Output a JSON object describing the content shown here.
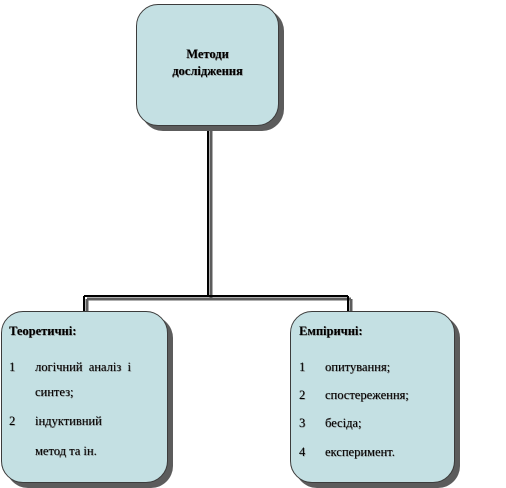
{
  "diagram": {
    "colors": {
      "box_fill": "#c4e0e3",
      "box_border": "#3c3c3c",
      "shadow": "#5c5c5c",
      "connector": "#000000"
    },
    "root": {
      "title_line1": "Методи",
      "title_line2": "дослідження"
    },
    "left": {
      "heading": "Теоретичні:",
      "items": [
        {
          "num": "1",
          "lines": [
            "логічний  аналіз  і",
            "синтез;"
          ]
        },
        {
          "num": "2",
          "lines": [
            "індуктивний",
            "метод та ін."
          ]
        }
      ]
    },
    "right": {
      "heading": "Емпіричні:",
      "items": [
        {
          "num": "1",
          "text": "опитування;"
        },
        {
          "num": "2",
          "text": "спостереження;"
        },
        {
          "num": "3",
          "text": "бесіда;"
        },
        {
          "num": "4",
          "text": "експеримент."
        }
      ]
    }
  }
}
